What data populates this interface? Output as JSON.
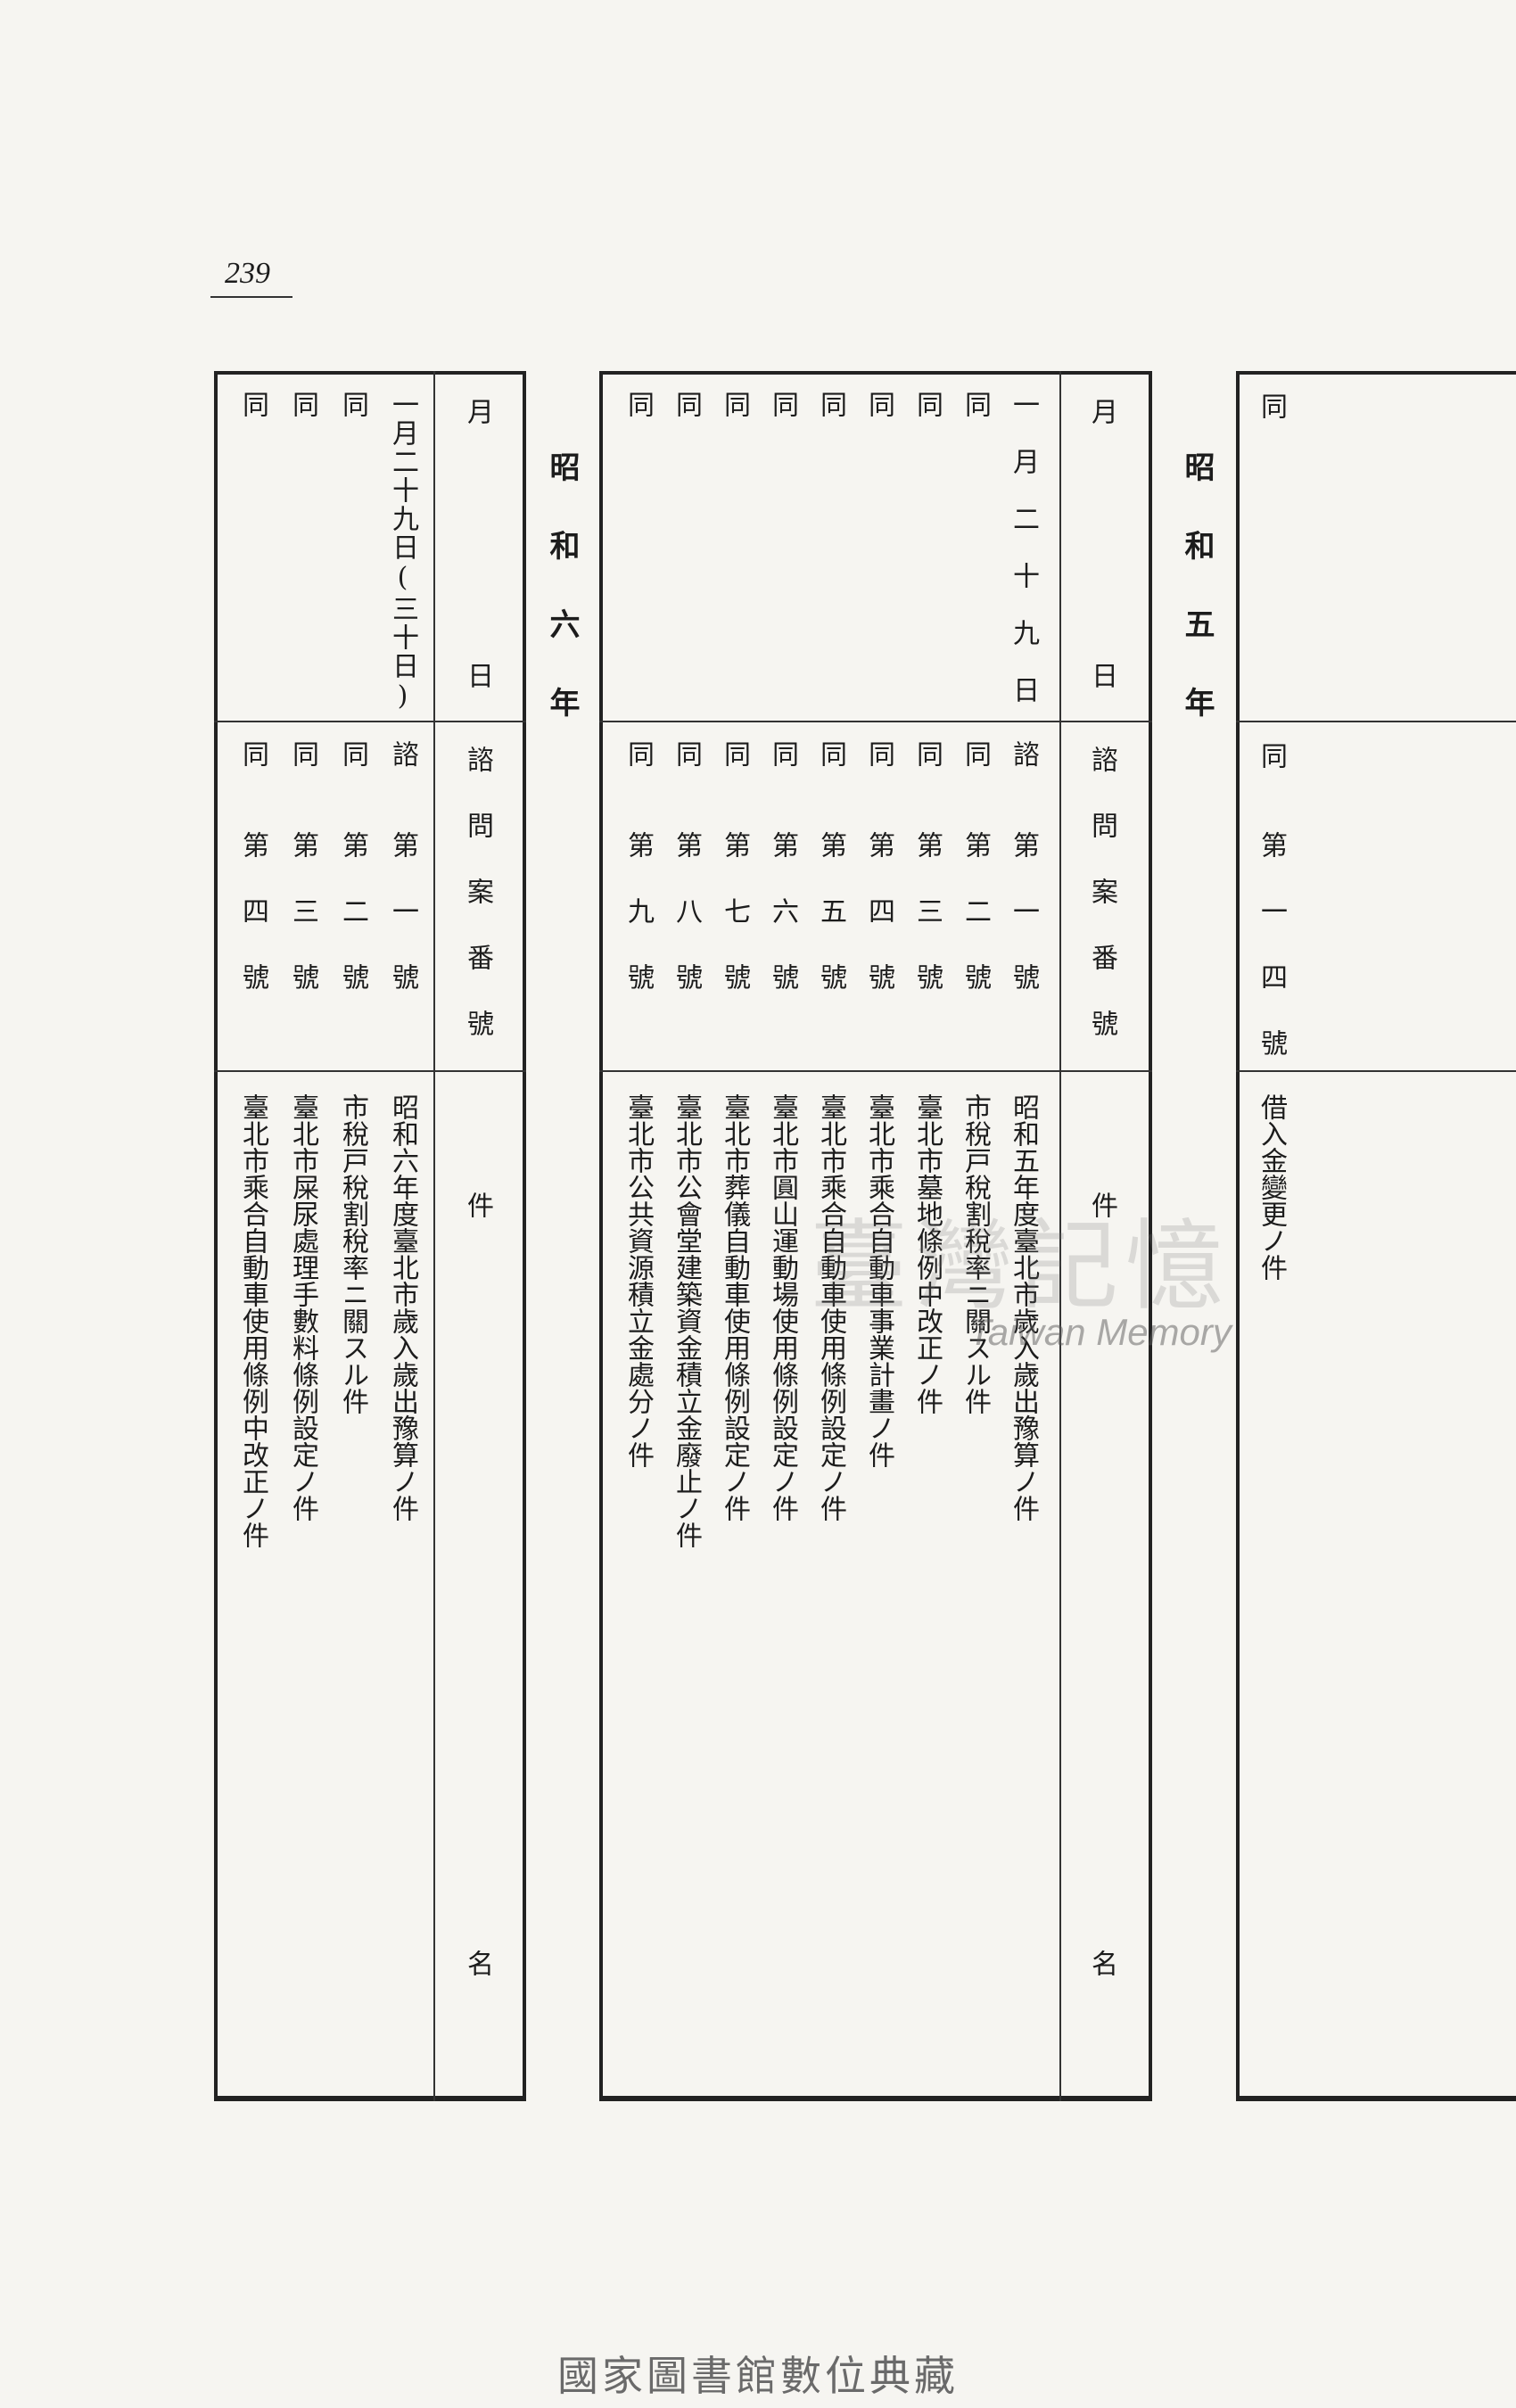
{
  "page_number": "239",
  "headers": {
    "date": [
      "月",
      "日"
    ],
    "inquiry_no": "諮問案番號",
    "subject": [
      "件",
      "名"
    ]
  },
  "showa5": {
    "era": "昭和五年",
    "continuation_row": {
      "date": "同",
      "prefix": "同",
      "number": "第一四號",
      "subject": "借入金變更ノ件"
    },
    "rows": [
      {
        "date": "一月二十九日",
        "prefix": "諮",
        "number": "第一號",
        "subject": "昭和五年度臺北市歲入歲出豫算ノ件"
      },
      {
        "date": "同",
        "prefix": "同",
        "number": "第二號",
        "subject": "市稅戸稅割稅率ニ關スル件"
      },
      {
        "date": "同",
        "prefix": "同",
        "number": "第三號",
        "subject": "臺北市墓地條例中改正ノ件"
      },
      {
        "date": "同",
        "prefix": "同",
        "number": "第四號",
        "subject": "臺北市乘合自動車事業計畫ノ件"
      },
      {
        "date": "同",
        "prefix": "同",
        "number": "第五號",
        "subject": "臺北市乘合自動車使用條例設定ノ件"
      },
      {
        "date": "同",
        "prefix": "同",
        "number": "第六號",
        "subject": "臺北市圓山運動場使用條例設定ノ件"
      },
      {
        "date": "同",
        "prefix": "同",
        "number": "第七號",
        "subject": "臺北市葬儀自動車使用條例設定ノ件"
      },
      {
        "date": "同",
        "prefix": "同",
        "number": "第八號",
        "subject": "臺北市公會堂建築資金積立金廢止ノ件"
      },
      {
        "date": "同",
        "prefix": "同",
        "number": "第九號",
        "subject": "臺北市公共資源積立金處分ノ件"
      }
    ]
  },
  "showa6": {
    "era": "昭和六年",
    "rows": [
      {
        "date": "一月二十九日(三十日)",
        "prefix": "諮",
        "number": "第一號",
        "subject": "昭和六年度臺北市歲入歲出豫算ノ件"
      },
      {
        "date": "同",
        "prefix": "同",
        "number": "第二號",
        "subject": "市稅戸稅割稅率ニ關スル件"
      },
      {
        "date": "同",
        "prefix": "同",
        "number": "第三號",
        "subject": "臺北市屎尿處理手數料條例設定ノ件"
      },
      {
        "date": "同",
        "prefix": "同",
        "number": "第四號",
        "subject": "臺北市乘合自動車使用條例中改正ノ件"
      }
    ]
  },
  "watermark": {
    "zh": "臺灣記憶",
    "en": "Taiwan Memory"
  },
  "footer": "國家圖書館數位典藏"
}
